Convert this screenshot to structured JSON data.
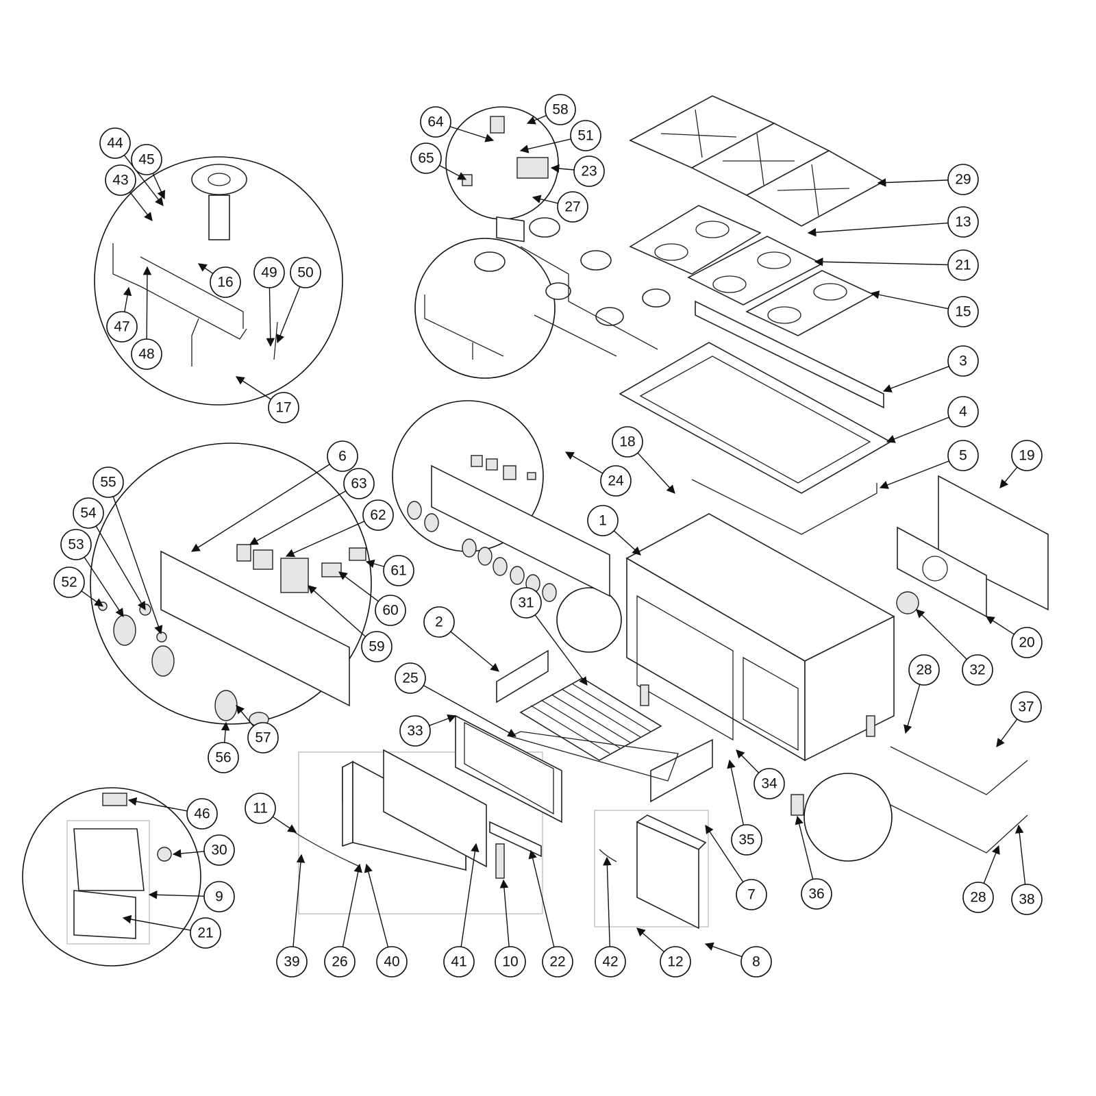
{
  "title": "Range exploded parts diagram",
  "callouts": [
    "58",
    "64",
    "51",
    "65",
    "23",
    "27",
    "44",
    "45",
    "43",
    "16",
    "49",
    "50",
    "47",
    "48",
    "17",
    "29",
    "13",
    "21",
    "15",
    "3",
    "4",
    "5",
    "19",
    "18",
    "24",
    "6",
    "63",
    "62",
    "55",
    "54",
    "53",
    "52",
    "61",
    "60",
    "59",
    "1",
    "31",
    "2",
    "25",
    "33",
    "56",
    "57",
    "32",
    "20",
    "28",
    "37",
    "34",
    "35",
    "36",
    "28",
    "38",
    "7",
    "46",
    "30",
    "9",
    "21",
    "11",
    "39",
    "26",
    "40",
    "41",
    "10",
    "22",
    "42",
    "12",
    "8"
  ]
}
